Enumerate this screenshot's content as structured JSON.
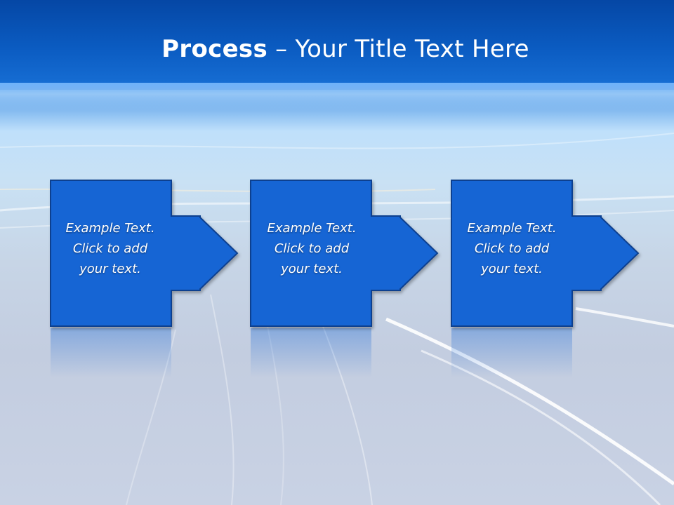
{
  "slide": {
    "title_bold": "Process",
    "title_rest": " – Your Title Text Here"
  },
  "steps": [
    {
      "line1": "Example Text.",
      "line2": "Click  to add",
      "line3": "your text."
    },
    {
      "line1": "Example Text.",
      "line2": "Click  to add",
      "line3": "your text."
    },
    {
      "line1": "Example Text.",
      "line2": "Click  to add",
      "line3": "your text."
    }
  ],
  "colors": {
    "header": "#0b5cc2",
    "box_fill": "#1565d4",
    "box_border": "#0a3f8f",
    "text": "#ffffff"
  }
}
